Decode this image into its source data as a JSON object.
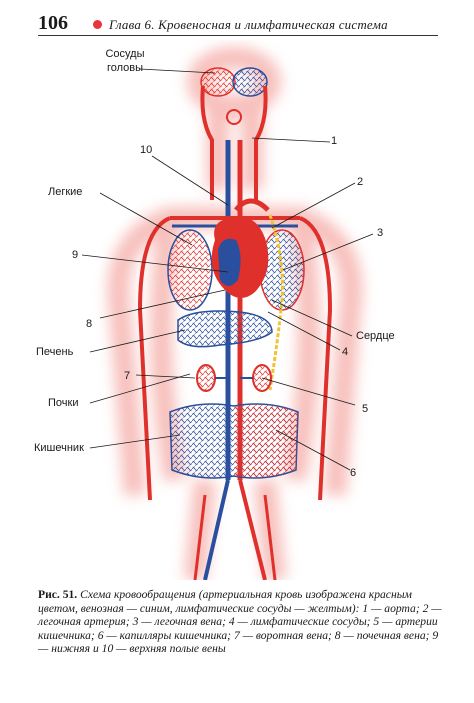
{
  "header": {
    "page_number": "106",
    "chapter_title": "Глава 6. Кровеносная и лимфатическая система"
  },
  "figure": {
    "labels": {
      "head_vessels_line1": "Сосуды",
      "head_vessels_line2": "головы",
      "lungs": "Легкие",
      "heart": "Сердце",
      "liver": "Печень",
      "kidneys": "Почки",
      "intestine": "Кишечник"
    },
    "numbers": {
      "n1": "1",
      "n2": "2",
      "n3": "3",
      "n4": "4",
      "n5": "5",
      "n6": "6",
      "n7": "7",
      "n8": "8",
      "n9": "9",
      "n10": "10"
    },
    "colors": {
      "arterial": "#e0302b",
      "venous": "#2a4f9e",
      "lymphatic": "#f2c230",
      "body_glow": "#f6b8b4"
    }
  },
  "caption": {
    "label": "Рис. 51.",
    "text": "Схема кровообращения (артериальная кровь изображена красным цветом, венозная — синим, лимфатические сосуды — желтым): 1 — аорта; 2 — легочная артерия; 3 — легочная вена; 4 — лимфатические сосуды; 5 — артерии кишечника; 6 — капилляры кишечника; 7 — воротная вена; 8 — почечная вена; 9 — нижняя и 10 — верхняя полые вены"
  }
}
